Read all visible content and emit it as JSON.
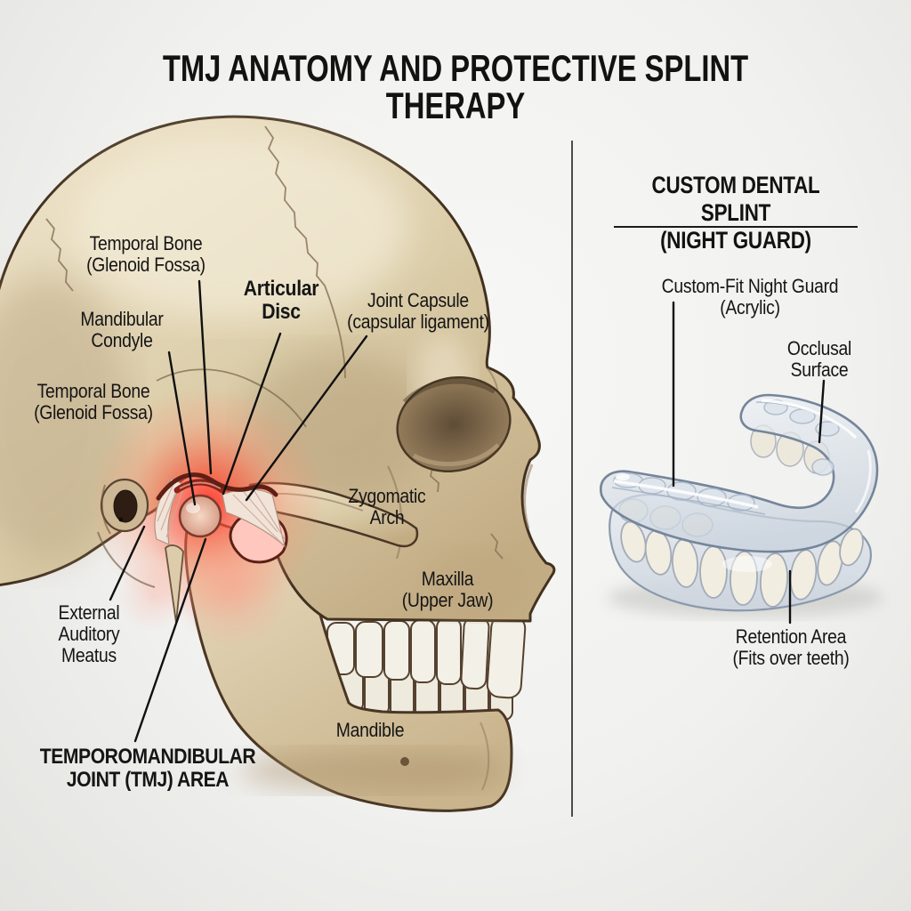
{
  "title": "TMJ ANATOMY AND PROTECTIVE SPLINT THERAPY",
  "skull": {
    "labels": {
      "temporal_bone_upper": {
        "line1": "Temporal Bone",
        "line2": "(Glenoid Fossa)"
      },
      "mandibular_condyle": {
        "line1": "Mandibular",
        "line2": "Condyle"
      },
      "articular_disc": {
        "line1": "Articular",
        "line2": "Disc"
      },
      "joint_capsule": {
        "line1": "Joint Capsule",
        "line2": "(capsular ligament)"
      },
      "temporal_bone_lower": {
        "line1": "Temporal Bone",
        "line2": "(Glenoid Fossa)"
      },
      "zygomatic_arch": {
        "line1": "Zygomatic",
        "line2": "Arch"
      },
      "maxilla": {
        "line1": "Maxilla",
        "line2": "(Upper Jaw)"
      },
      "external_auditory_meatus": {
        "line1": "External",
        "line2": "Auditory",
        "line3": "Meatus"
      },
      "mandible": {
        "line1": "Mandible"
      },
      "tmj_area": {
        "line1": "TEMPOROMANDIBULAR",
        "line2": "JOINT (TMJ) AREA"
      }
    }
  },
  "splint": {
    "title_line1": "CUSTOM DENTAL SPLINT",
    "title_line2": "(NIGHT GUARD)",
    "labels": {
      "custom_fit": {
        "line1": "Custom-Fit Night Guard",
        "line2": "(Acrylic)"
      },
      "occlusal_surface": {
        "line1": "Occlusal",
        "line2": "Surface"
      },
      "retention_area": {
        "line1": "Retention Area",
        "line2": "(Fits over teeth)"
      }
    }
  },
  "colors": {
    "background": "#f1f1ef",
    "bone": "#ddd0b2",
    "bone_shadow": "#b49e7c",
    "bone_outline": "#42311f",
    "inflammation_red": "#ff2c1a",
    "inflammation_pink": "#ffc7bd",
    "splint_translucent": "#dde4ec",
    "splint_outline": "#75859a",
    "teeth": "#f1ede1",
    "label_text": "#151515",
    "leader_line": "#101010",
    "divider": "#4c4c4c"
  }
}
